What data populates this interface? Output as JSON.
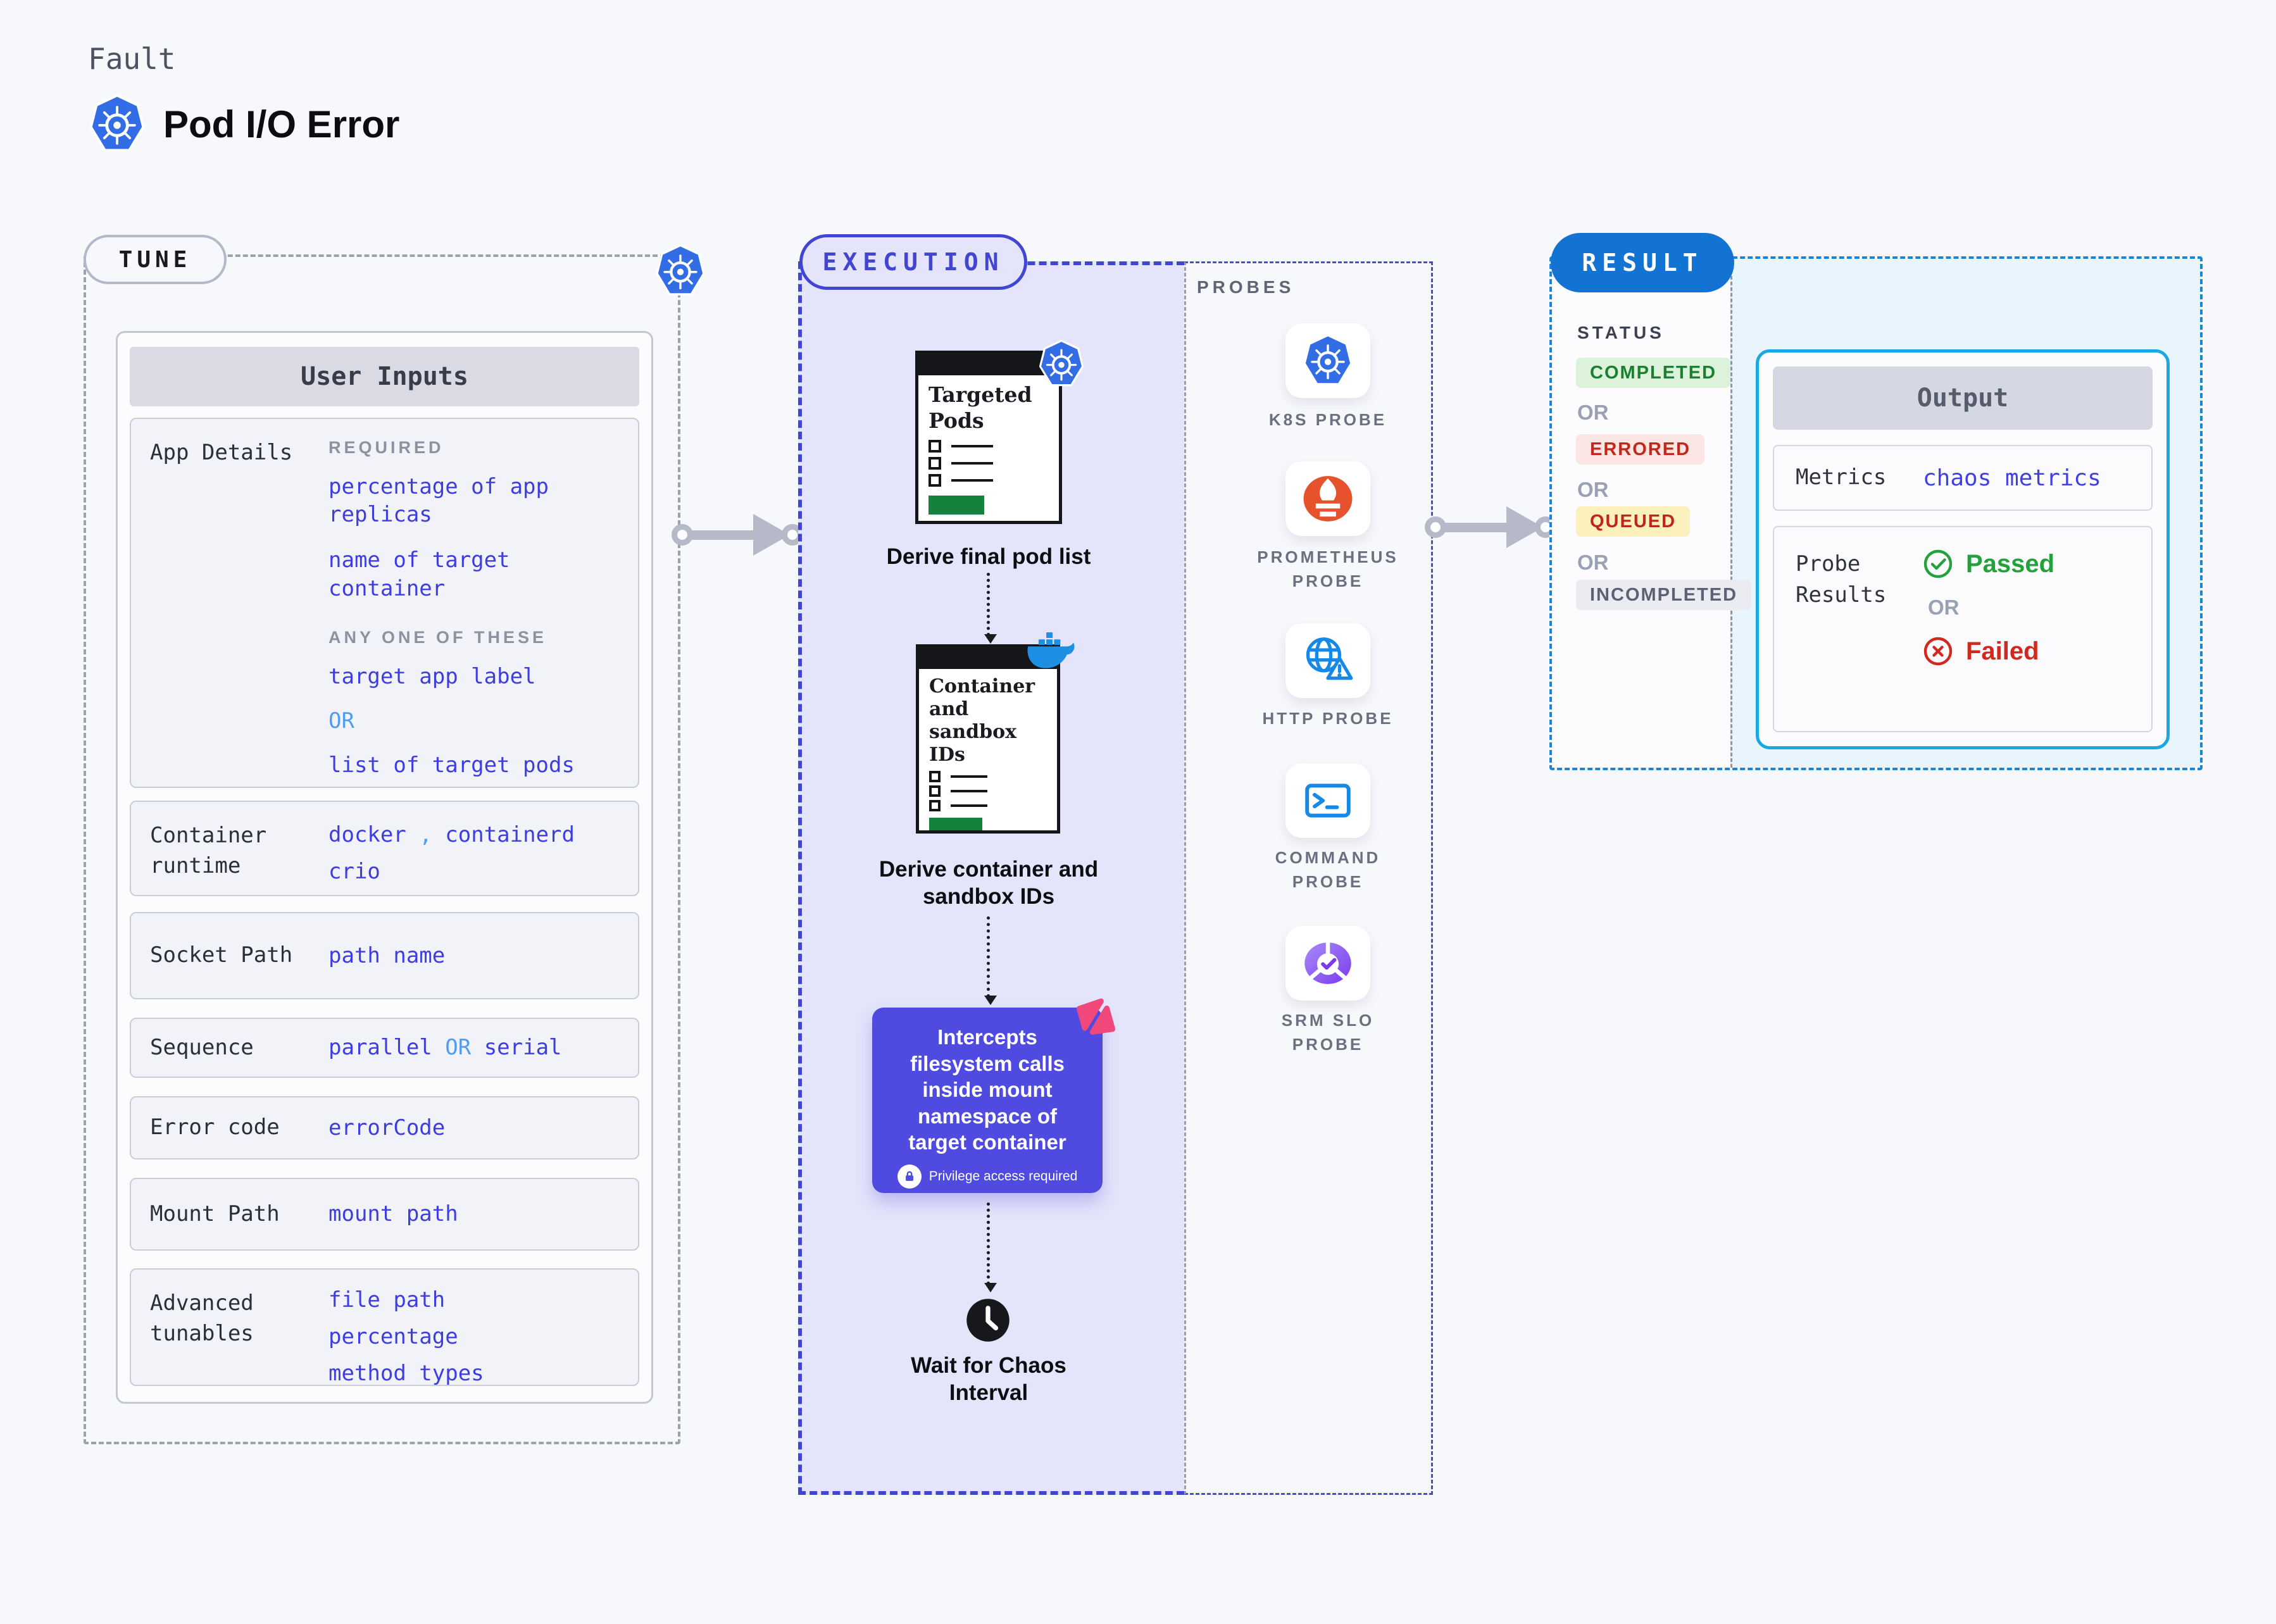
{
  "header": {
    "eyebrow": "Fault",
    "title": "Pod I/O Error"
  },
  "tune": {
    "badge": "TUNE",
    "panel_title": "User Inputs",
    "app_details": {
      "label": "App Details",
      "required_heading": "REQUIRED",
      "required_items": [
        "percentage of app replicas",
        "name of target container"
      ],
      "any_one_heading": "ANY ONE OF THESE",
      "option_a": "target app label",
      "separator": "OR",
      "option_b": "list of target pods"
    },
    "container_runtime": {
      "label": "Container runtime",
      "value_a": "docker",
      "comma": ",",
      "value_b": "containerd",
      "value_c": "crio"
    },
    "socket_path": {
      "label": "Socket Path",
      "value": "path name"
    },
    "sequence": {
      "label": "Sequence",
      "value_a": "parallel",
      "separator": "OR",
      "value_b": "serial"
    },
    "error_code": {
      "label": "Error code",
      "value": "errorCode"
    },
    "mount_path": {
      "label": "Mount Path",
      "value": "mount path"
    },
    "advanced_tunables": {
      "label": "Advanced tunables",
      "values": [
        "file path",
        "percentage",
        "method types"
      ]
    }
  },
  "execution": {
    "badge": "EXECUTION",
    "doc1_title": "Targeted Pods",
    "step1_caption": "Derive final pod list",
    "doc2_title": "Container and sandbox IDs",
    "step2_caption": "Derive container and sandbox IDs",
    "intercept_note": "Intercepts filesystem calls inside mount namespace of target container",
    "privilege_note": "Privilege access required",
    "wait_caption": "Wait for Chaos Interval"
  },
  "probes": {
    "label": "PROBES",
    "items": [
      {
        "name": "K8S PROBE",
        "icon": "kubernetes-icon"
      },
      {
        "name": "PROMETHEUS PROBE",
        "icon": "prometheus-icon"
      },
      {
        "name": "HTTP PROBE",
        "icon": "globe-warning-icon"
      },
      {
        "name": "COMMAND PROBE",
        "icon": "terminal-icon"
      },
      {
        "name": "SRM SLO PROBE",
        "icon": "slo-pie-check-icon"
      }
    ]
  },
  "result": {
    "badge": "RESULT",
    "status_label": "STATUS",
    "statuses": {
      "completed": "COMPLETED",
      "errored": "ERRORED",
      "queued": "QUEUED",
      "incompleted": "INCOMPLETED",
      "separator": "OR"
    },
    "output": {
      "title": "Output",
      "metrics_label": "Metrics",
      "metrics_value": "chaos metrics",
      "probe_results_label": "Probe Results",
      "passed": "Passed",
      "separator": "OR",
      "failed": "Failed"
    }
  },
  "colors": {
    "background": "#f7f8fc",
    "value_blue": "#3d3de0",
    "or_light_blue": "#4f9df2",
    "execution_indigo": "#4244d2",
    "execution_bg": "#e4e5fb",
    "intercept_box": "#4f4ae0",
    "result_blue": "#1273d2",
    "output_border_cyan": "#1aa8e2",
    "result_bg_cyan": "#e8f5fd",
    "completed_green": "#1a7f2e",
    "errored_red": "#c4271a",
    "queued_bg": "#fcf0bf",
    "passed_green": "#23a13b",
    "failed_red": "#d3281c",
    "kubernetes_blue": "#326de6",
    "docker_blue": "#1d90e4",
    "prometheus_orange": "#e6522c",
    "probe_icon_blue": "#1588e8",
    "srm_purple": "#7c3aed",
    "pink_badge": "#f0487c",
    "arrow_gray": "#b6b9c8"
  }
}
